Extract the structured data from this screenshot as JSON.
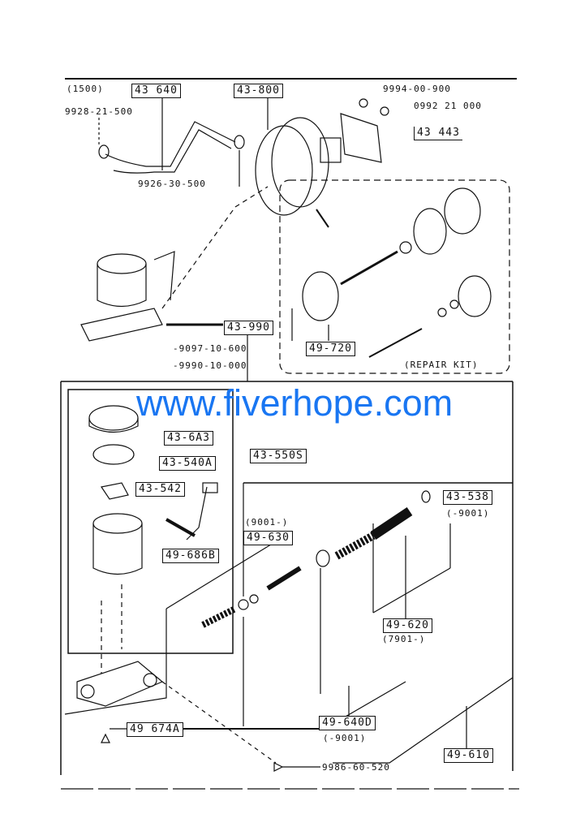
{
  "diagram": {
    "variant_note": "(1500)",
    "callouts": {
      "hose": "43 640",
      "booster": "43-800",
      "bracket": "43 443",
      "master_cylinder": "43-990",
      "booster_repair_kit": "49-720",
      "reservoir_cap": "43-6A3",
      "cap_seal": "43-540A",
      "reservoir_assy": "43-550S",
      "switch": "43-542",
      "grommet": "49-686B",
      "snap_ring": "43-538",
      "snap_ring_range": "(-9001)",
      "secondary_piston_range": "(9001-)",
      "secondary_piston": "49-630",
      "primary_piston": "49-620",
      "primary_piston_range": "(7901-)",
      "piston_kit": "49-640D",
      "piston_kit_range": "(-9001)",
      "stop_bolt": "49 674A",
      "cylinder_kit": "49-610"
    },
    "part_numbers": {
      "nut_a": "9994-00-900",
      "washer_a": "0992 21 000",
      "clamp_a": "9928-21-500",
      "clamp_b": "9926-30-500",
      "washer_b": "-9097-10-600",
      "nut_b": "-9990-10-000",
      "bleeder": "9986-60-520"
    },
    "repair_kit_label": "(REPAIR KIT)"
  },
  "watermark": "www.fiverhope.com",
  "colors": {
    "ink": "#111111",
    "watermark": "#1976f2"
  }
}
